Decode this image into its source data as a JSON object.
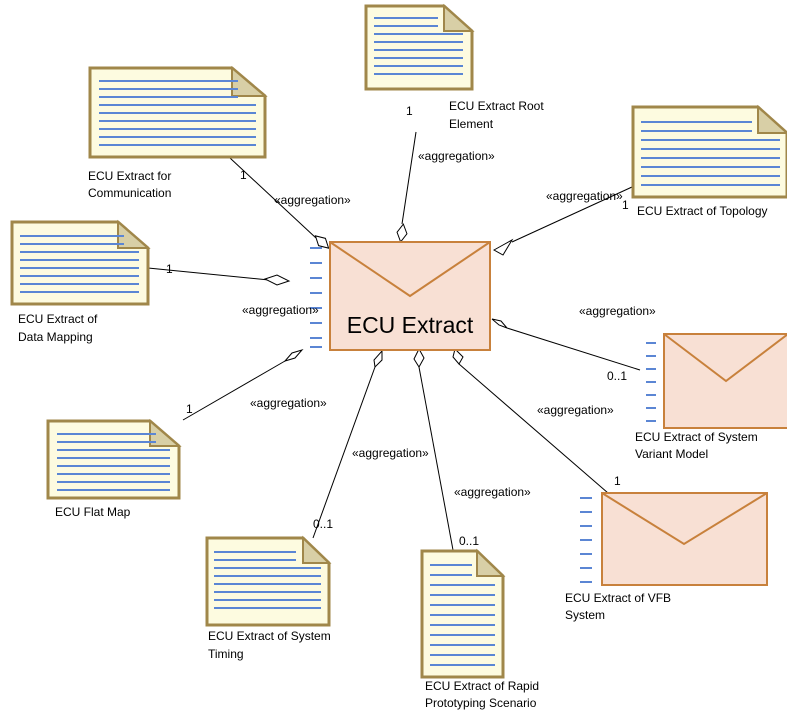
{
  "center": {
    "label": "ECU Extract"
  },
  "stereotype": "«aggregation»",
  "artifacts": {
    "root": {
      "label1": "ECU Extract Root",
      "label2": "Element",
      "multiplicity": "1"
    },
    "communication": {
      "label1": "ECU Extract for",
      "label2": "Communication",
      "multiplicity": "1"
    },
    "topology": {
      "label1": "ECU Extract of Topology",
      "multiplicity": "1"
    },
    "data_mapping": {
      "label1": "ECU Extract of",
      "label2": "Data Mapping",
      "multiplicity": "1"
    },
    "flat_map": {
      "label1": "ECU Flat Map",
      "multiplicity": "1"
    },
    "system_timing": {
      "label1": "ECU Extract of System",
      "label2": "Timing",
      "multiplicity": "0..1"
    },
    "rapid_prototyping": {
      "label1": "ECU Extract of Rapid",
      "label2": "Prototyping Scenario",
      "multiplicity": "0..1"
    },
    "variant_model": {
      "label1": "ECU Extract of System",
      "label2": "Variant Model",
      "multiplicity": "0..1"
    },
    "vfb_system": {
      "label1": "ECU Extract of VFB",
      "label2": "System",
      "multiplicity": "1"
    }
  },
  "colors": {
    "document_fill": "#fdfbe0",
    "document_border": "#a0874a",
    "document_lines": "#5b86d4",
    "envelope_fill": "#f8e0d4",
    "envelope_border": "#c8813c"
  },
  "icons": {
    "document": "document-icon",
    "envelope": "envelope-icon"
  }
}
